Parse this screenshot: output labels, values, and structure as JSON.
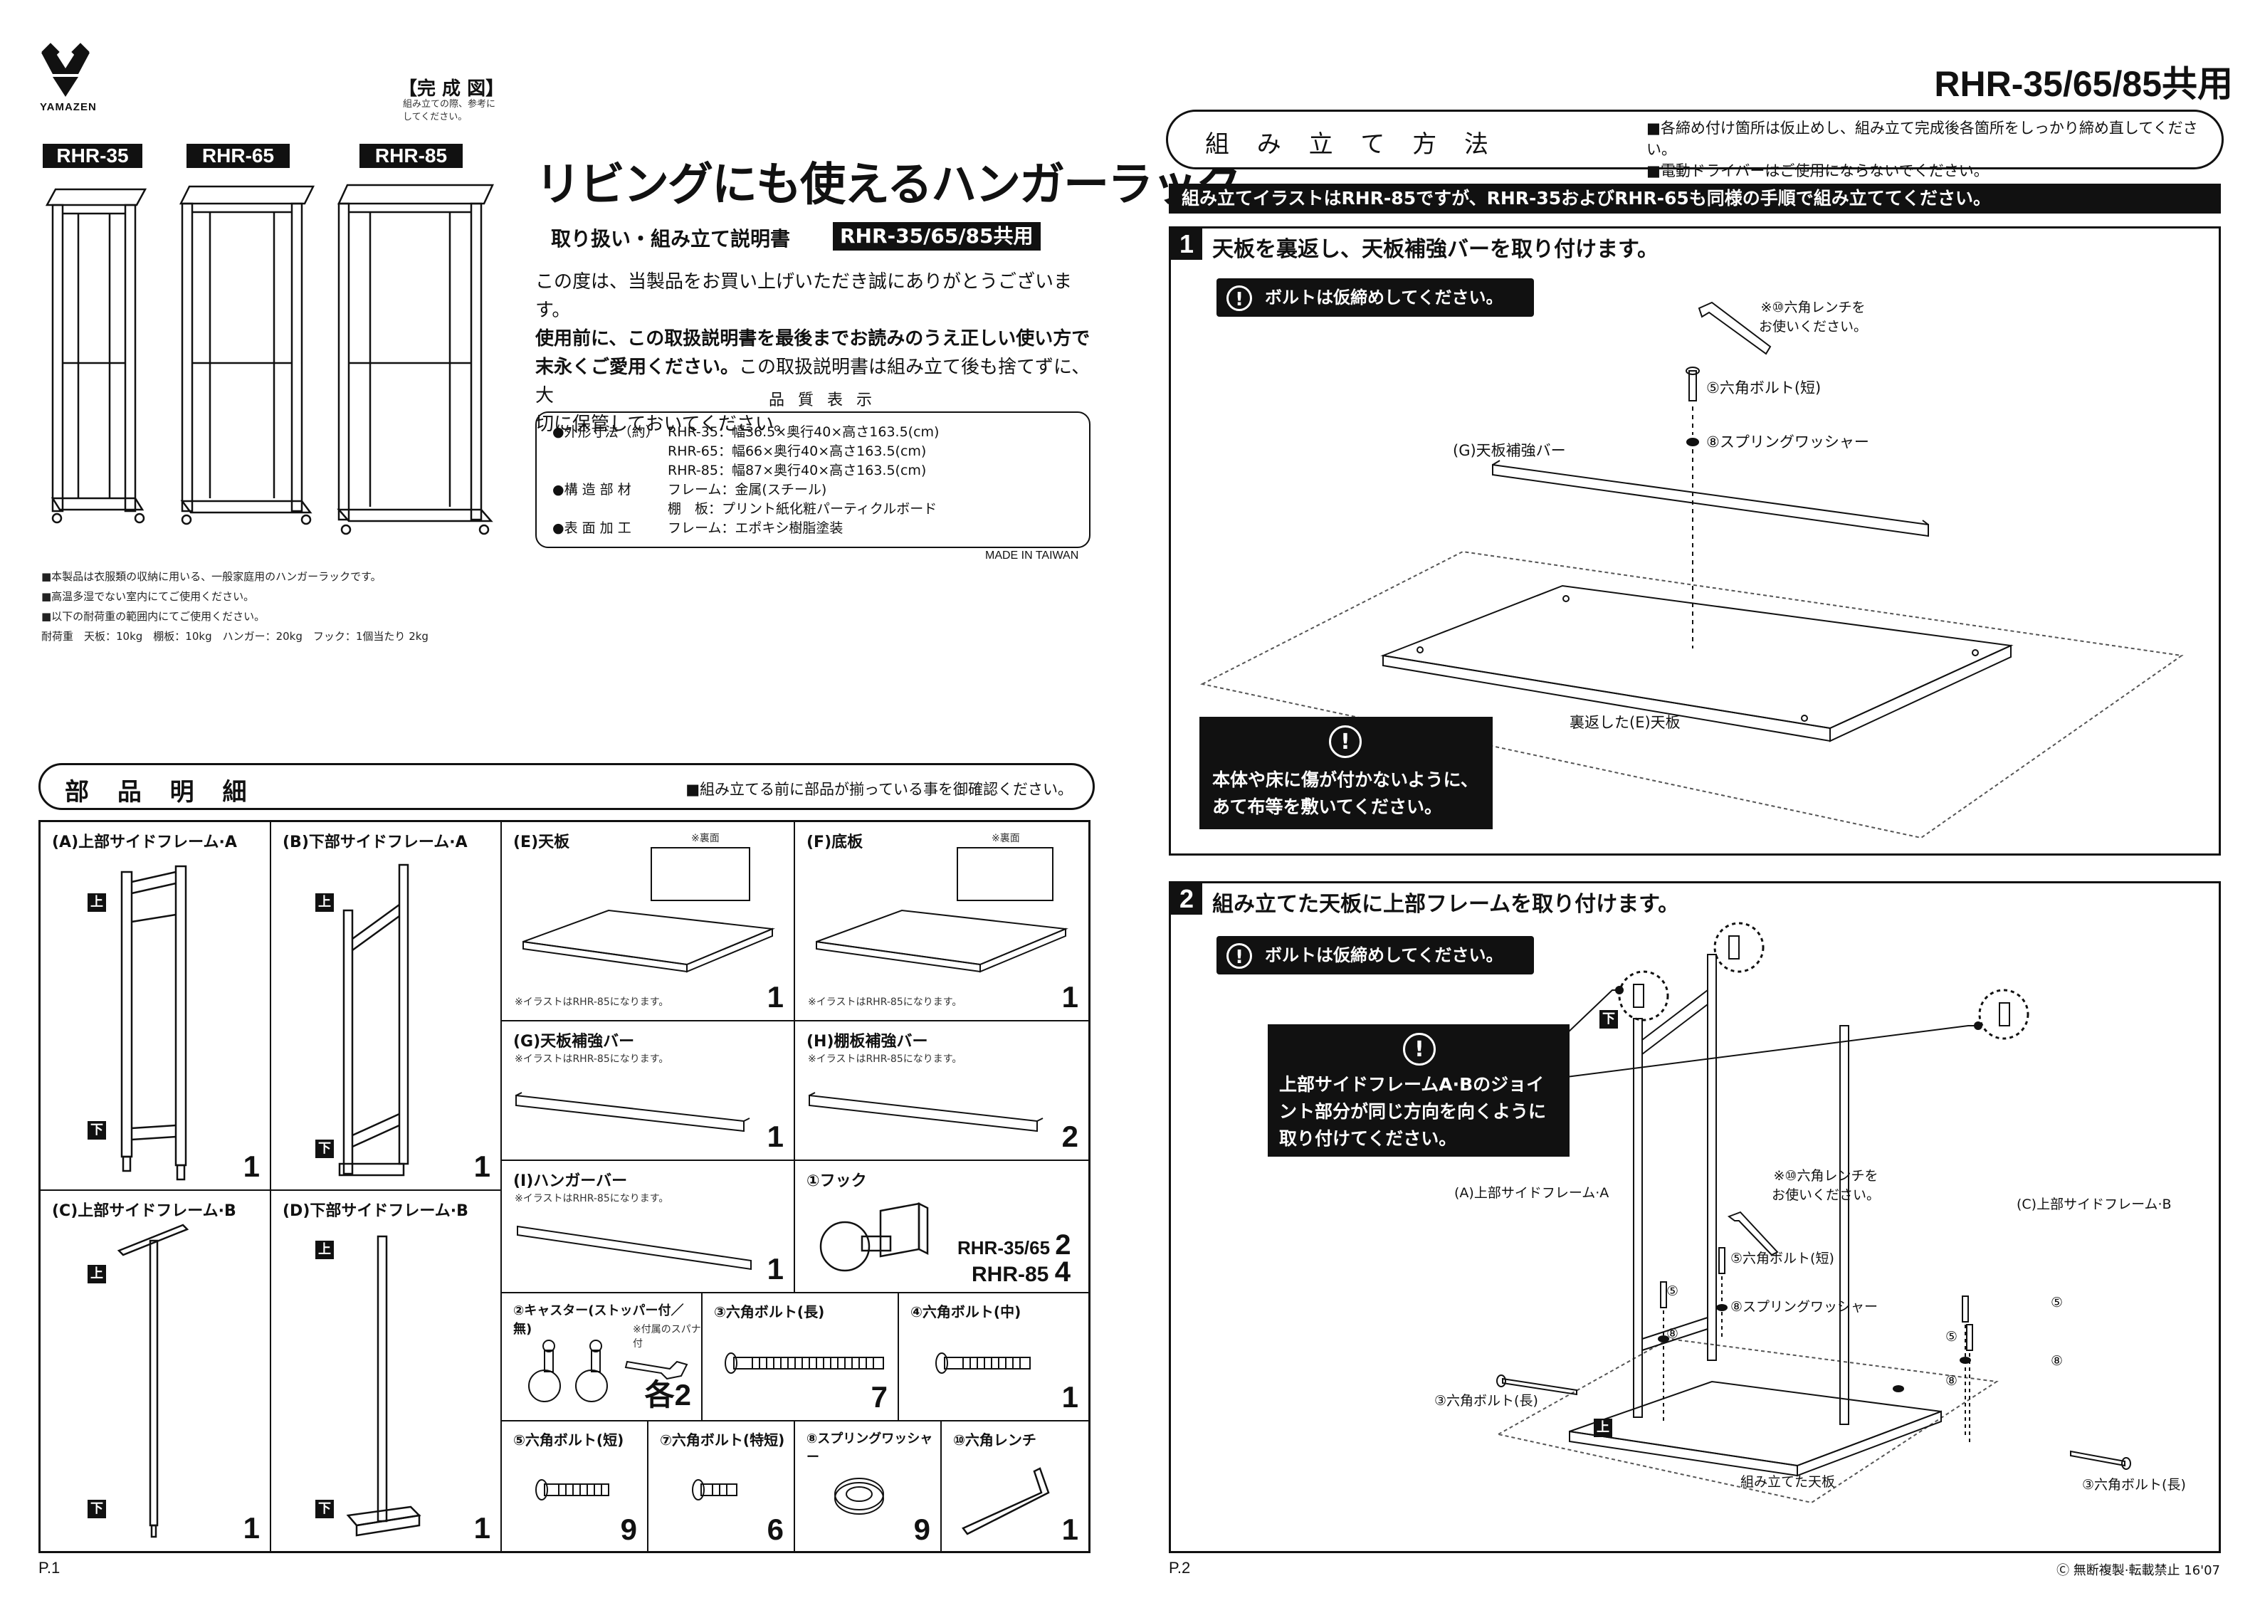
{
  "header": {
    "brand": "YAMAZEN",
    "right_title": "RHR-35/65/85共用"
  },
  "finished": {
    "label": "【完 成 図】",
    "note": "組み立ての際、参考に\nしてください。",
    "models": [
      "RHR-35",
      "RHR-65",
      "RHR-85"
    ]
  },
  "product": {
    "title": "リビングにも使えるハンガーラック",
    "subtitle": "取り扱い・組み立て説明書",
    "model_tag": "RHR-35/65/85共用",
    "intro_1": "この度は、当製品をお買い上げいただき誠にありがとうございます。",
    "intro_2": "使用前に、この取扱説明書を最後までお読みのうえ正しい使い方で",
    "intro_3_bold": "末永くご愛用ください。",
    "intro_3_rest": "この取扱説明書は組み立て後も捨てずに、大",
    "intro_4": "切に保管しておいてください。"
  },
  "quality": {
    "heading": "品 質 表 示",
    "rows": [
      {
        "key": "●外形寸法（約）",
        "value": "RHR-35：幅36.5×奥行40×高さ163.5(cm)"
      },
      {
        "key": "",
        "value": "RHR-65：幅66×奥行40×高さ163.5(cm)"
      },
      {
        "key": "",
        "value": "RHR-85：幅87×奥行40×高さ163.5(cm)"
      },
      {
        "key": "●構 造 部 材",
        "value": "フレーム：金属(スチール)"
      },
      {
        "key": "",
        "value": "棚　板：プリント紙化粧パーティクルボード"
      },
      {
        "key": "●表 面 加 工",
        "value": "フレーム：エポキシ樹脂塗装"
      }
    ],
    "made_in": "MADE IN TAIWAN"
  },
  "notes": [
    "■本製品は衣服類の収納に用いる、一般家庭用のハンガーラックです。",
    "■高温多湿でない室内にてご使用ください。",
    "■以下の耐荷重の範囲内にてご使用ください。",
    "耐荷重　天板：10kg　棚板：10kg　ハンガー：20kg　フック：1個当たり 2kg"
  ],
  "parts": {
    "heading": "部 品 明 細",
    "check_note": "■組み立てる前に部品が揃っている事を御確認ください。",
    "up": "上",
    "down": "下",
    "rear_note": "※裏面",
    "illus85": "※イラストはRHR-85になります。",
    "spanner_note": "※付属のスパナ付",
    "items": {
      "A": {
        "title": "(A)上部サイドフレーム·A",
        "qty": "1"
      },
      "B": {
        "title": "(B)下部サイドフレーム·A",
        "qty": "1"
      },
      "C": {
        "title": "(C)上部サイドフレーム·B",
        "qty": "1"
      },
      "D": {
        "title": "(D)下部サイドフレーム·B",
        "qty": "1"
      },
      "E": {
        "title": "(E)天板",
        "qty": "1"
      },
      "F": {
        "title": "(F)底板",
        "qty": "1"
      },
      "G": {
        "title": "(G)天板補強バー",
        "qty": "1"
      },
      "H": {
        "title": "(H)棚板補強バー",
        "qty": "2"
      },
      "I": {
        "title": "(I)ハンガーバー",
        "qty": "1"
      },
      "hook": {
        "title": "①フック",
        "qty_a_label": "RHR-35/65",
        "qty_a": "2",
        "qty_b_label": "RHR-85",
        "qty_b": "4"
      },
      "p2": {
        "title": "②キャスター(ストッパー付／無)",
        "qty": "各2"
      },
      "p3": {
        "title": "③六角ボルト(長)",
        "qty": "7"
      },
      "p4": {
        "title": "④六角ボルト(中)",
        "qty": "1"
      },
      "p5": {
        "title": "⑤六角ボルト(短)",
        "qty": "9"
      },
      "p7": {
        "title": "⑦六角ボルト(特短)",
        "qty": "6"
      },
      "p8": {
        "title": "⑧スプリングワッシャー",
        "qty": "9"
      },
      "p10": {
        "title": "⑩六角レンチ",
        "qty": "1"
      }
    }
  },
  "assembly": {
    "heading": "組 み 立 て 方 法",
    "note_1": "■各締め付け箇所は仮止めし、組み立て完成後各箇所をしっかり締め直してください。",
    "note_2": "■電動ドライバーはご使用にならないでください。",
    "banner": "組み立てイラストはRHR-85ですが、RHR-35およびRHR-65も同様の手順で組み立ててください。",
    "warn_temp": "ボルトは仮締めしてください。",
    "step1": {
      "num": "1",
      "title": "天板を裏返し、天板補強バーを取り付けます。",
      "wrench": "※⑩六角レンチを\nお使いください。",
      "bolt": "⑤六角ボルト(短)",
      "washer": "⑧スプリングワッシャー",
      "bar": "(G)天板補強バー",
      "board": "裏返した(E)天板",
      "caution": "本体や床に傷が付かないように、\nあて布等を敷いてください。"
    },
    "step2": {
      "num": "2",
      "title": "組み立てた天板に上部フレームを取り付けます。",
      "callout": "上部サイドフレームA·Bのジョイ\nント部分が同じ方向を向くように\n取り付けてください。",
      "frame_a": "(A)上部サイドフレーム·A",
      "frame_b": "(C)上部サイドフレーム·B",
      "wrench": "※⑩六角レンチを\nお使いください。",
      "bolt_short": "⑤六角ボルト(短)",
      "washer": "⑧スプリングワッシャー",
      "bolt_long": "③六角ボルト(長)",
      "board": "組み立てた天板",
      "n5": "⑤",
      "n8": "⑧",
      "up": "上",
      "down": "下"
    }
  },
  "footer": {
    "page1": "P.1",
    "page2": "P.2",
    "copyright": "Ⓒ 無断複製·転載禁止 16'07"
  }
}
